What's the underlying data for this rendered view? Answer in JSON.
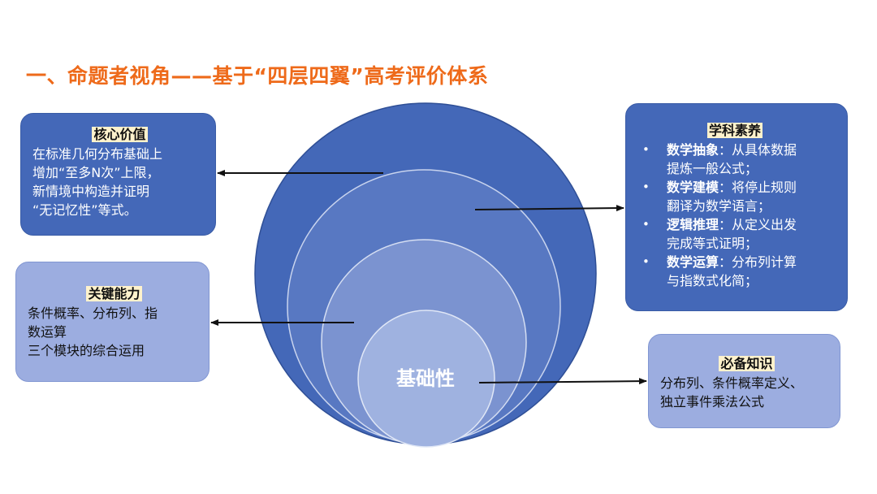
{
  "title": "一、命题者视角——基于“四层四翼”高考评价体系",
  "center_label": "基础性",
  "boxes": {
    "core_value": {
      "title": "核心价值",
      "lines": [
        "在标准几何分布基础上",
        "增加“至多N次”上限，",
        "新情境中构造并证明",
        "“无记忆性”等式。"
      ]
    },
    "key_ability": {
      "title": "关键能力",
      "lines": [
        "条件概率、分布列、指",
        "数运算",
        "三个模块的综合运用"
      ]
    },
    "literacy": {
      "title": "学科素养",
      "items": [
        {
          "term": "数学抽象",
          "text": "：从具体数据",
          "cont": "提炼一般公式；"
        },
        {
          "term": "数学建模",
          "text": "：将停止规则",
          "cont": "翻译为数学语言；"
        },
        {
          "term": "逻辑推理",
          "text": "：从定义出发",
          "cont": "完成等式证明；"
        },
        {
          "term": "数学运算",
          "text": "：分布列计算",
          "cont": "与指数式化简；"
        }
      ]
    },
    "knowledge": {
      "title": "必备知识",
      "lines": [
        "分布列、条件概率定义、",
        "独立事件乘法公式"
      ]
    }
  },
  "colors": {
    "title": "#ee6a1a",
    "circle_outer": "#4468b8",
    "circle_2": "#5878c2",
    "circle_3": "#7b93d0",
    "circle_inner": "#9fb2e0",
    "box_dark": "#4468b8",
    "box_light": "#9cade0",
    "highlight": "#fff2cc"
  }
}
